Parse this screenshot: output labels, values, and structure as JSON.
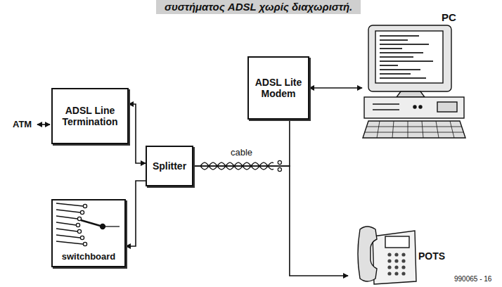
{
  "diagram": {
    "caption": "συστήματος ADSL χωρίς διαχωριστή.",
    "nodes": [
      {
        "text": [
          "ADSL Line Termination"
        ]
      },
      {
        "text": [
          "Splitter"
        ]
      },
      {
        "text": [
          "ADSL Lite Modem"
        ]
      },
      {
        "text": [
          "PC"
        ]
      },
      {
        "text": [
          "switchboard"
        ]
      },
      {
        "text": [
          "POTS"
        ]
      }
    ],
    "edges": [
      {
        "from": 0,
        "to": 1,
        "arrow": "both"
      },
      {
        "from": 1,
        "to": 4,
        "arrow": "to"
      },
      {
        "from": 1,
        "to": 2,
        "arrow": "none",
        "label": "cable"
      },
      {
        "from": 1,
        "to": 5,
        "arrow": "to"
      },
      {
        "from": 2,
        "to": 3,
        "arrow": "both"
      }
    ],
    "labels": [
      "ATM",
      "990065 - 16"
    ]
  }
}
